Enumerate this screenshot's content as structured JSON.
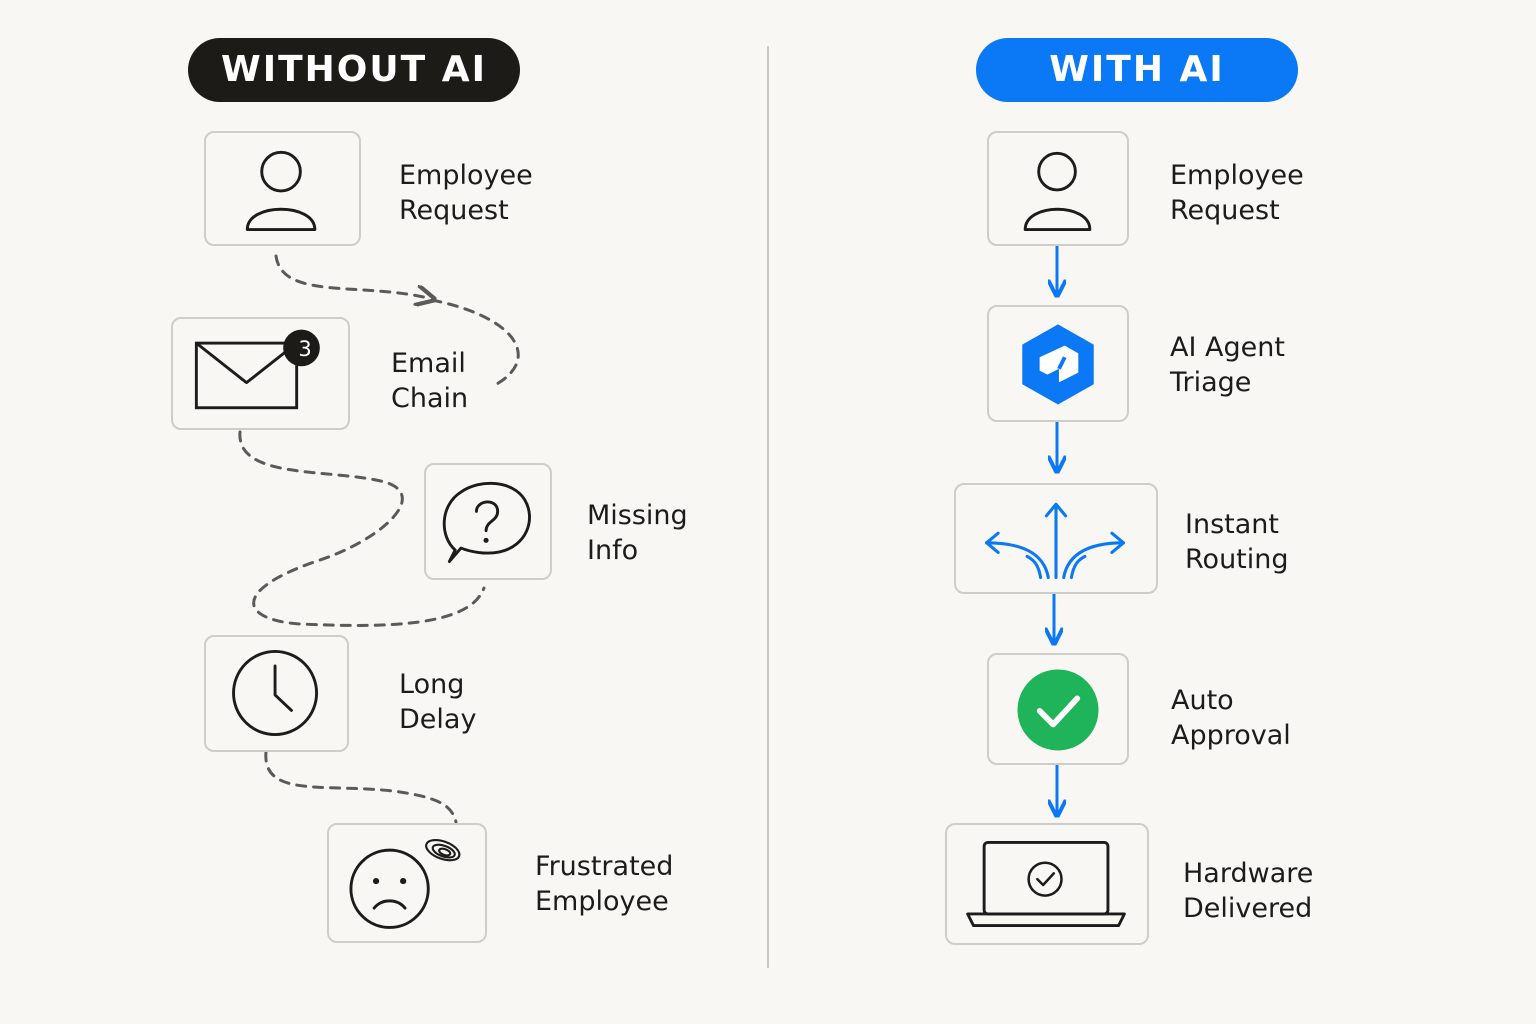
{
  "without_ai": {
    "title": "WITHOUT AI",
    "steps": [
      {
        "line1": "Employee",
        "line2": "Request"
      },
      {
        "line1": "Email",
        "line2": "Chain",
        "badge": "3"
      },
      {
        "line1": "Missing",
        "line2": "Info"
      },
      {
        "line1": "Long",
        "line2": "Delay"
      },
      {
        "line1": "Frustrated",
        "line2": "Employee"
      }
    ]
  },
  "with_ai": {
    "title": "WITH  AI",
    "steps": [
      {
        "line1": "Employee",
        "line2": "Request"
      },
      {
        "line1": "AI Agent",
        "line2": "Triage"
      },
      {
        "line1": "Instant",
        "line2": "Routing"
      },
      {
        "line1": "Auto",
        "line2": "Approval"
      },
      {
        "line1": "Hardware",
        "line2": "Delivered"
      }
    ]
  },
  "colors": {
    "accent_blue": "#0b78f5",
    "success_green": "#1fb45a",
    "dark_pill": "#1d1b18",
    "dashed_path": "#5a5a5a"
  },
  "icons": {
    "without_ai": [
      "user-icon",
      "envelope-icon",
      "question-bubble-icon",
      "clock-icon",
      "frustrated-face-icon"
    ],
    "with_ai": [
      "user-icon",
      "ai-hexagon-icon",
      "routing-arrows-icon",
      "check-circle-icon",
      "laptop-check-icon"
    ]
  }
}
